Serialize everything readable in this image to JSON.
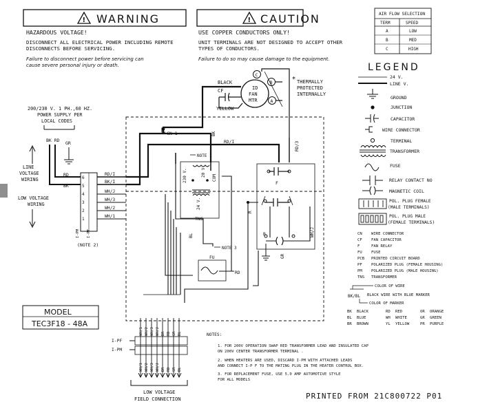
{
  "warning": {
    "title": "WARNING",
    "heading": "HAZARDOUS VOLTAGE!",
    "line1": "DISCONNECT ALL ELECTRICAL POWER INCLUDING REMOTE",
    "line2": "DISCONNECTS BEFORE SERVICING.",
    "line3": "Failure to disconnect power before servicing can",
    "line4": "cause severe personal injury or death."
  },
  "caution": {
    "title": "CAUTION",
    "heading": "USE COPPER CONDUCTORS ONLY!",
    "line1": "UNIT TERMINALS ARE NOT DESIGNED TO ACCEPT OTHER",
    "line2": "TYPES OF CONDUCTORS.",
    "line3": "Failure to do so may cause damage to the equipment."
  },
  "airflow": {
    "title": "AIR FLOW SELECTION",
    "headers": [
      "TERM",
      "SPEED"
    ],
    "rows": [
      [
        "A",
        "LOW"
      ],
      [
        "B",
        "MED"
      ],
      [
        "C",
        "HIGH"
      ]
    ]
  },
  "legend": {
    "title": "LEGEND",
    "items": [
      "24 V.",
      "LINE V.",
      "GROUND",
      "JUNCTION",
      "CAPACITOR",
      "WIRE CONNECTOR",
      "TERMINAL",
      "TRANSFORMER",
      "FUSE",
      "RELAY CONTACT NO",
      "MAGNETIC COIL"
    ],
    "plug1": [
      "POL. PLUG FEMALE",
      "(MALE TERMINALS)"
    ],
    "plug2": [
      "POL. PLUG MALE",
      "(FEMALE TERMINALS)"
    ],
    "abbrevs": [
      [
        "CN",
        "WIRE CONNECTOR"
      ],
      [
        "CF",
        "FAN CAPACITOR"
      ],
      [
        "F",
        "FAN RELAY"
      ],
      [
        "FU",
        "FUSE"
      ],
      [
        "PCB",
        "PRINTED CIRCUIT BOARD"
      ],
      [
        "PF",
        "POLARIZED PLUG (FEMALE HOUSING)"
      ],
      [
        "PM",
        "POLARIZED PLUG (MALE HOUSING)"
      ],
      [
        "TNS",
        "TRANSFORMER"
      ]
    ],
    "wirecode": {
      "label": "BK/BL",
      "color_of_wire": "COLOR OF WIRE",
      "marker_desc": "BLACK WIRE WITH BLUE MARKER",
      "color_of_marker": "COLOR OF MARKER"
    },
    "colors": [
      [
        "BK",
        "BLACK",
        "RD",
        "RED",
        "OR",
        "ORANGE"
      ],
      [
        "BL",
        "BLUE",
        "WH",
        "WHITE",
        "GR",
        "GREEN"
      ],
      [
        "BR",
        "BROWN",
        "YL",
        "YELLOW",
        "PR",
        "PURPLE"
      ]
    ]
  },
  "motor": {
    "label": [
      "ID",
      "FAN",
      "MTR"
    ],
    "taps": [
      "C",
      "B",
      "A"
    ],
    "cf": "CF",
    "black": "BLACK",
    "yellow": "YELLOW",
    "thermal": [
      "THERMALLY",
      "PROTECTED",
      "INTERNALLY"
    ],
    "star": "*"
  },
  "supply": {
    "lines": [
      "200/230 V. 1 PH.,60 HZ.",
      "POWER SUPPLY PER",
      "LOCAL CODES"
    ],
    "wires": "BK RD",
    "gr": "GR",
    "line_voltage": [
      "LINE",
      "VOLTAGE",
      "WIRING"
    ],
    "low_voltage": [
      "LOW VOLTAGE",
      "WIRING"
    ]
  },
  "terminal": {
    "bk": "BK",
    "rd": "RD",
    "nums": [
      "6",
      "5",
      "4",
      "3",
      "2",
      "1"
    ],
    "right": [
      "RD/I",
      "BK/I",
      "WH/J",
      "WH/3",
      "WH/2",
      "WH/1"
    ],
    "ipm": "I-PM",
    "ipf": "I-PF",
    "note": "(NOTE 2)"
  },
  "circuit": {
    "cn1": "CN-1",
    "note1": "NOTE 1",
    "rd1": "RD/I",
    "rd3": "RD/3",
    "bk": "BK",
    "v230": "230 V.",
    "v24": "24 V.",
    "v20": "20 V.",
    "com": "COM",
    "tns": "TNS",
    "f": "F",
    "bl": "BL",
    "note3": "NOTE 3",
    "fu": "FU",
    "rd": "RD",
    "whj": "WH/J",
    "b": "B",
    "gr": "GR",
    "r": "R",
    "gr2": "GR"
  },
  "model": {
    "label": "MODEL",
    "value": "TEC3F18 - 48A"
  },
  "field": {
    "ipf": "I-PF",
    "ipm": "I-PM",
    "wires": [
      "WH/1",
      "WH/2",
      "WH/3",
      "WH/J",
      "BR",
      "RD",
      "GR",
      "BL"
    ],
    "caption": [
      "LOW VOLTAGE",
      "FIELD CONNECTION"
    ]
  },
  "notes": {
    "title": "NOTES:",
    "lines": [
      "1. FOR 200V OPERATION SWAP RED TRANSFORMER LEAD AND INSULATED CAP",
      "   ON 200V CENTER TRANSFORMER TERMINAL .",
      "2. WHEN HEATERS ARE USED, DISCARD I-PM WITH ATTACHED LEADS",
      "   AND CONNECT I-P F TO THE MATING PLUG IN THE HEATER CONTROL BOX.",
      "3. FOR REPLACEMENT FUSE, USE 5.0 AMP AUTOMOTIVE STYLE",
      "   FOR ALL MODELS"
    ]
  },
  "printed": "PRINTED FROM 21C800722 P01"
}
